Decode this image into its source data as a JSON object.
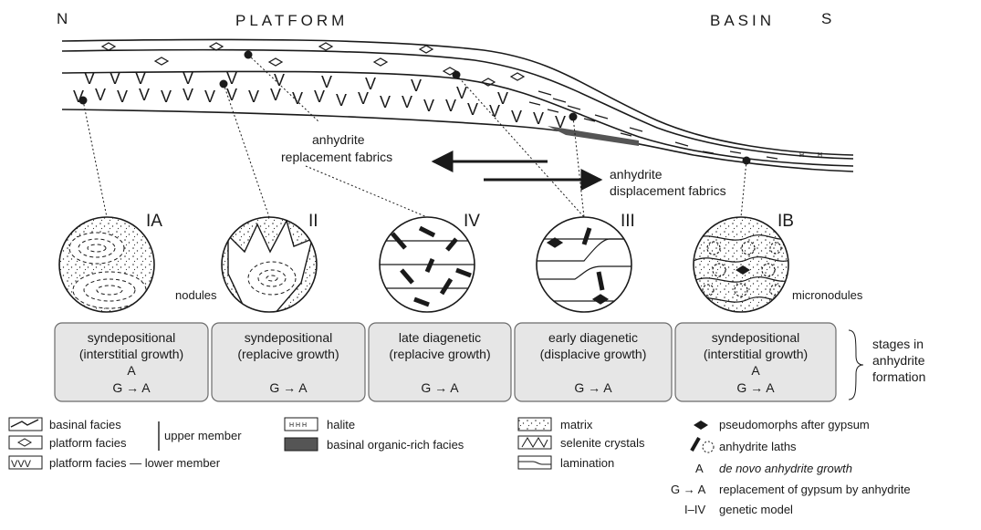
{
  "header": {
    "left_dir": "N",
    "platform": "PLATFORM",
    "basin": "BASIN",
    "right_dir": "S"
  },
  "arrows": {
    "replacement": [
      "anhydrite",
      "replacement fabrics"
    ],
    "displacement": [
      "anhydrite",
      "displacement fabrics"
    ]
  },
  "circles": [
    {
      "label": "IA",
      "side_note": "nodules"
    },
    {
      "label": "II",
      "side_note": ""
    },
    {
      "label": "IV",
      "side_note": ""
    },
    {
      "label": "III",
      "side_note": ""
    },
    {
      "label": "IB",
      "side_note": "micronodules"
    }
  ],
  "stages": [
    {
      "line1": "syndepositional",
      "line2": "(interstitial growth)",
      "line3": "A",
      "line4": "G → A"
    },
    {
      "line1": "syndepositional",
      "line2": "(replacive growth)",
      "line3": "",
      "line4": "G → A"
    },
    {
      "line1": "late diagenetic",
      "line2": "(replacive growth)",
      "line3": "",
      "line4": "G → A"
    },
    {
      "line1": "early diagenetic",
      "line2": "(displacive growth)",
      "line3": "",
      "line4": "G → A"
    },
    {
      "line1": "syndepositional",
      "line2": "(interstitial growth)",
      "line3": "A",
      "line4": "G → A"
    }
  ],
  "stages_note": [
    "stages in",
    "anhydrite",
    "formation"
  ],
  "legend": {
    "basinal_facies": "basinal facies",
    "platform_facies": "platform facies",
    "upper_member": "upper member",
    "lower_member": "platform facies — lower member",
    "halite": "halite",
    "halite_symbol": "H H H",
    "organic": "basinal organic-rich facies",
    "matrix": "matrix",
    "selenite": "selenite crystals",
    "lamination": "lamination",
    "pseudomorphs": "pseudomorphs after gypsum",
    "laths": "anhydrite laths",
    "de_novo_symbol": "A",
    "de_novo": "de novo anhydrite growth",
    "replacement_symbol": "G → A",
    "replacement": "replacement of gypsum by anhydrite",
    "genetic_symbol": "I–IV",
    "genetic": "genetic model"
  }
}
